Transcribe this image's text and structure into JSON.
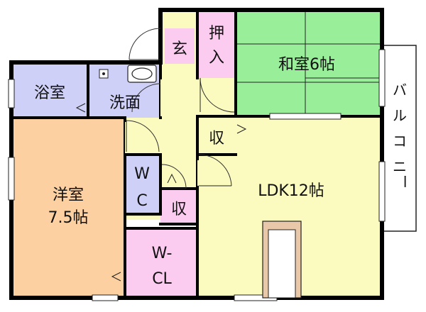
{
  "colors": {
    "wall": "#000000",
    "washitsu": "#99ee99",
    "yellow": "#fbfbc0",
    "pink": "#fcccf0",
    "lavender": "#cfd0f8",
    "youshitsu": "#fcd0a0",
    "balcony": "#ffffff",
    "kitchen": "#e8c8a8"
  },
  "rooms": {
    "genkan": "玄",
    "oshiire_top": "押",
    "oshiire_bottom": "入",
    "washitsu": "和室6帖",
    "yokushitsu": "浴室",
    "senmen": "洗面",
    "balcony_chars": [
      "バ",
      "ル",
      "コ",
      "ニ",
      "ー"
    ],
    "shuu_1": "収",
    "shuu_2": "収",
    "wc_top": "W",
    "wc_bottom": "C",
    "youshitsu_line1": "洋室",
    "youshitsu_line2": "7.5帖",
    "ldk": "LDK12帖",
    "wcl_top": "W-",
    "wcl_bottom": "CL"
  }
}
